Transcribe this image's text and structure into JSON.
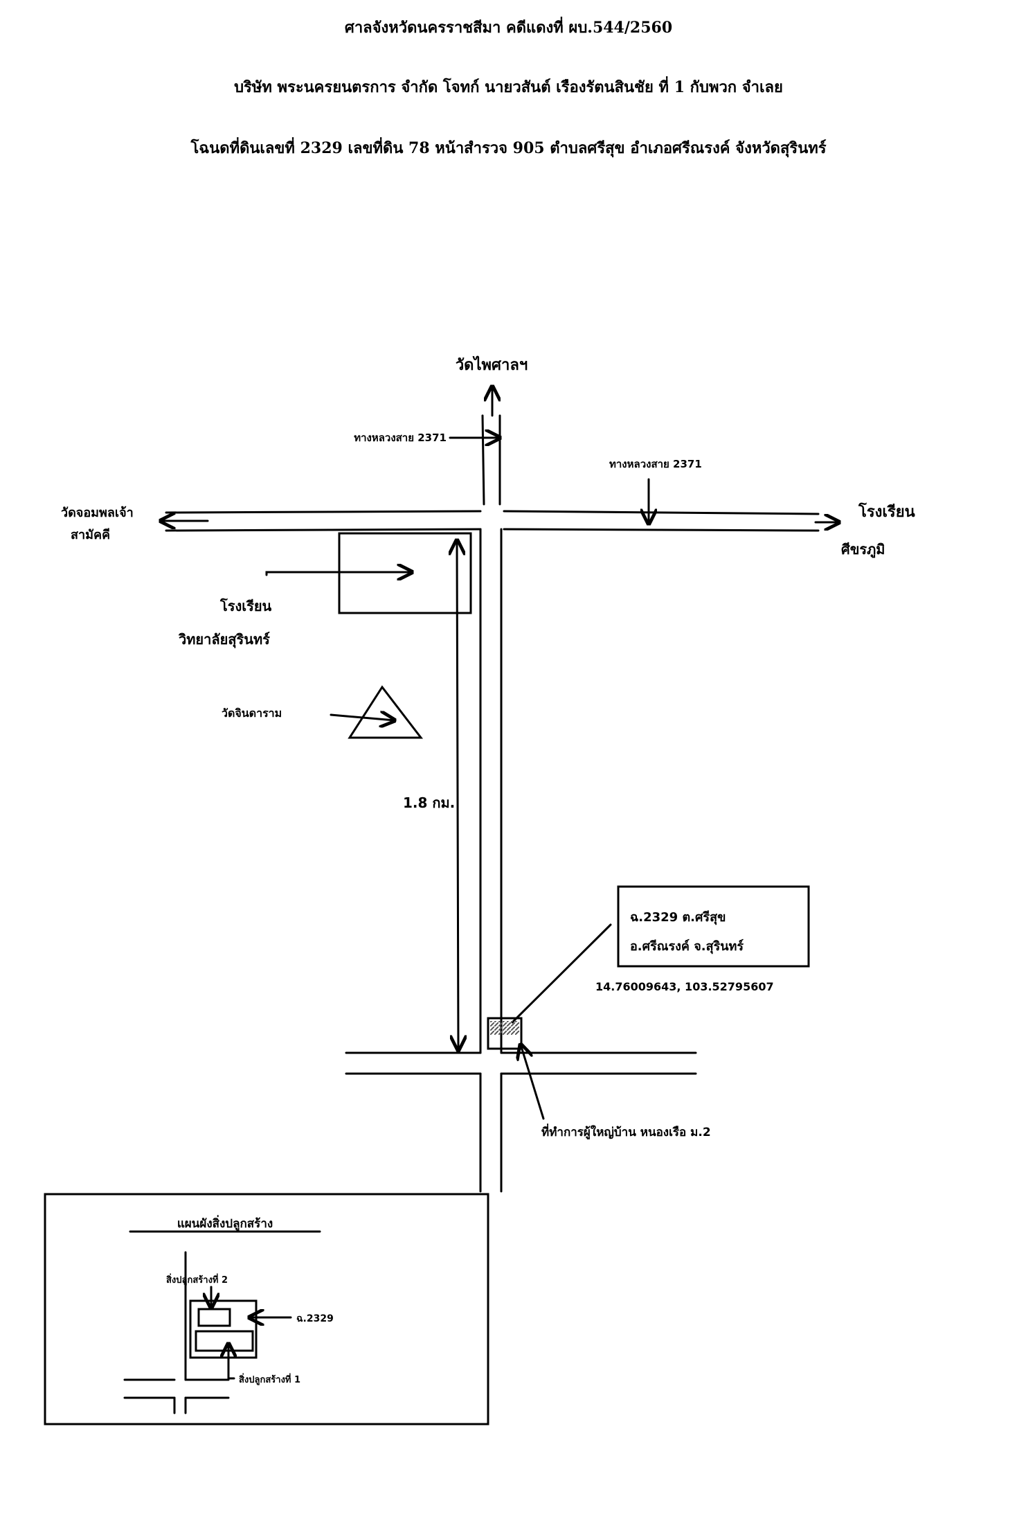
{
  "header": {
    "line1": "ศาลจังหวัดนครราชสีมา คดีแดงที่ ผบ.544/2560",
    "line2": "บริษัท พระนครยนตรการ จำกัด โจทก์ นายวสันต์ เรืองรัตนสินชัย ที่ 1 กับพวก จำเลย",
    "line3": "โฉนดที่ดินเลขที่ 2329 เลขที่ดิน 78 หน้าสำรวจ 905 ตำบลศรีสุข อำเภอศรีณรงค์ จังหวัดสุรินทร์"
  },
  "map": {
    "north_destination": "วัดไพศาลฯ",
    "highway_label_left": "ทางหลวงสาย 2371",
    "highway_label_right": "ทางหลวงสาย 2371",
    "west_destination_line1": "วัดจอมพลเจ้า",
    "west_destination_line2": "สามัคคี",
    "east_destination_line1": "โรงเรียน",
    "east_destination_line2": "ศีขรภูมิ",
    "school_label_line1": "โรงเรียน",
    "school_label_line2": "วิทยาลัยสุรินทร์",
    "temple_label": "วัดจินดาราม",
    "distance_label": "1.8 กม.",
    "parcel_label_line1": "ฉ.2329 ต.ศรีสุข",
    "parcel_label_line2": "อ.ศรีณรงค์ จ.สุรินทร์",
    "coordinates": "14.76009643, 103.52795607",
    "office_label": "ที่ทำการผู้ใหญ่บ้าน หนองเรือ ม.2"
  },
  "inset": {
    "title": "แผนผังสิ่งปลูกสร้าง",
    "building2_label": "สิ่งปลูกสร้างที่ 2",
    "parcel_label": "ฉ.2329",
    "building1_label": "สิ่งปลูกสร้างที่ 1"
  },
  "colors": {
    "ink": "#000000",
    "paper": "#ffffff",
    "hatch": "#555555"
  }
}
